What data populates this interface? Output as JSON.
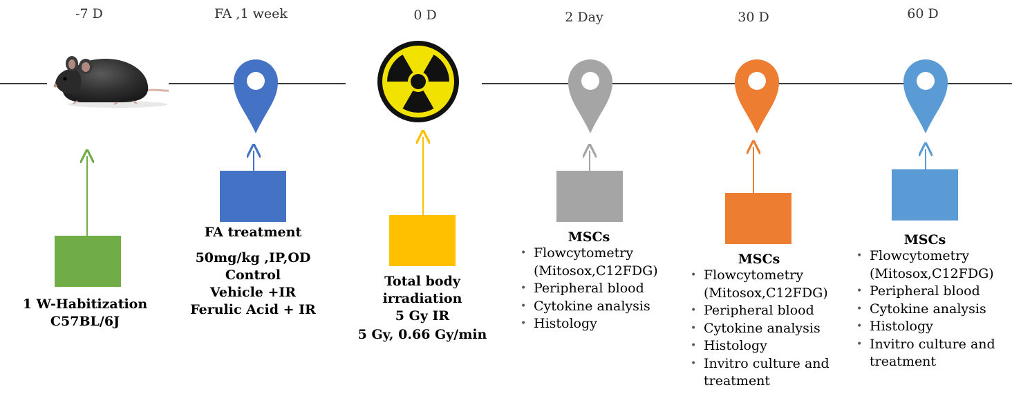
{
  "timeline_labels": [
    "-7 D",
    "FA ,1 week",
    "0 D",
    "2 Day",
    "30 D",
    "60 D"
  ],
  "colors": {
    "green": "#70ad47",
    "blue": "#4472c4",
    "yellow": "#ffc000",
    "gray": "#a5a5a5",
    "orange": "#ed7d31",
    "lightblue": "#5b9bd5"
  },
  "icons": [
    "mouse-icon",
    "location-pin-icon",
    "radiation-icon"
  ],
  "stage1": {
    "lines": [
      "1 W-Habitization",
      "C57BL/6J"
    ]
  },
  "stage2": {
    "lines": [
      "FA treatment",
      "",
      "50mg/kg ,IP,OD",
      "Control",
      "Vehicle +IR",
      "Ferulic Acid + IR"
    ]
  },
  "stage3": {
    "lines": [
      "Total body",
      "irradiation",
      "5 Gy IR",
      "5 Gy, 0.66 Gy/min"
    ]
  },
  "stage4": {
    "title": "MSCs",
    "items": [
      [
        "Flowcytometry",
        "(Mitosox,C12FDG)"
      ],
      [
        "Peripheral blood"
      ],
      [
        "Cytokine analysis"
      ],
      [
        "Histology"
      ]
    ]
  },
  "stage5": {
    "title": "MSCs",
    "items": [
      [
        "Flowcytometry",
        "(Mitosox,C12FDG)"
      ],
      [
        "Peripheral blood"
      ],
      [
        "Cytokine analysis"
      ],
      [
        "Histology"
      ],
      [
        "Invitro culture and",
        "treatment"
      ]
    ]
  },
  "stage6": {
    "title": "MSCs",
    "items": [
      [
        "Flowcytometry",
        "(Mitosox,C12FDG)"
      ],
      [
        "Peripheral blood"
      ],
      [
        "Cytokine analysis"
      ],
      [
        "Histology"
      ],
      [
        "Invitro culture and",
        "treatment"
      ]
    ]
  }
}
